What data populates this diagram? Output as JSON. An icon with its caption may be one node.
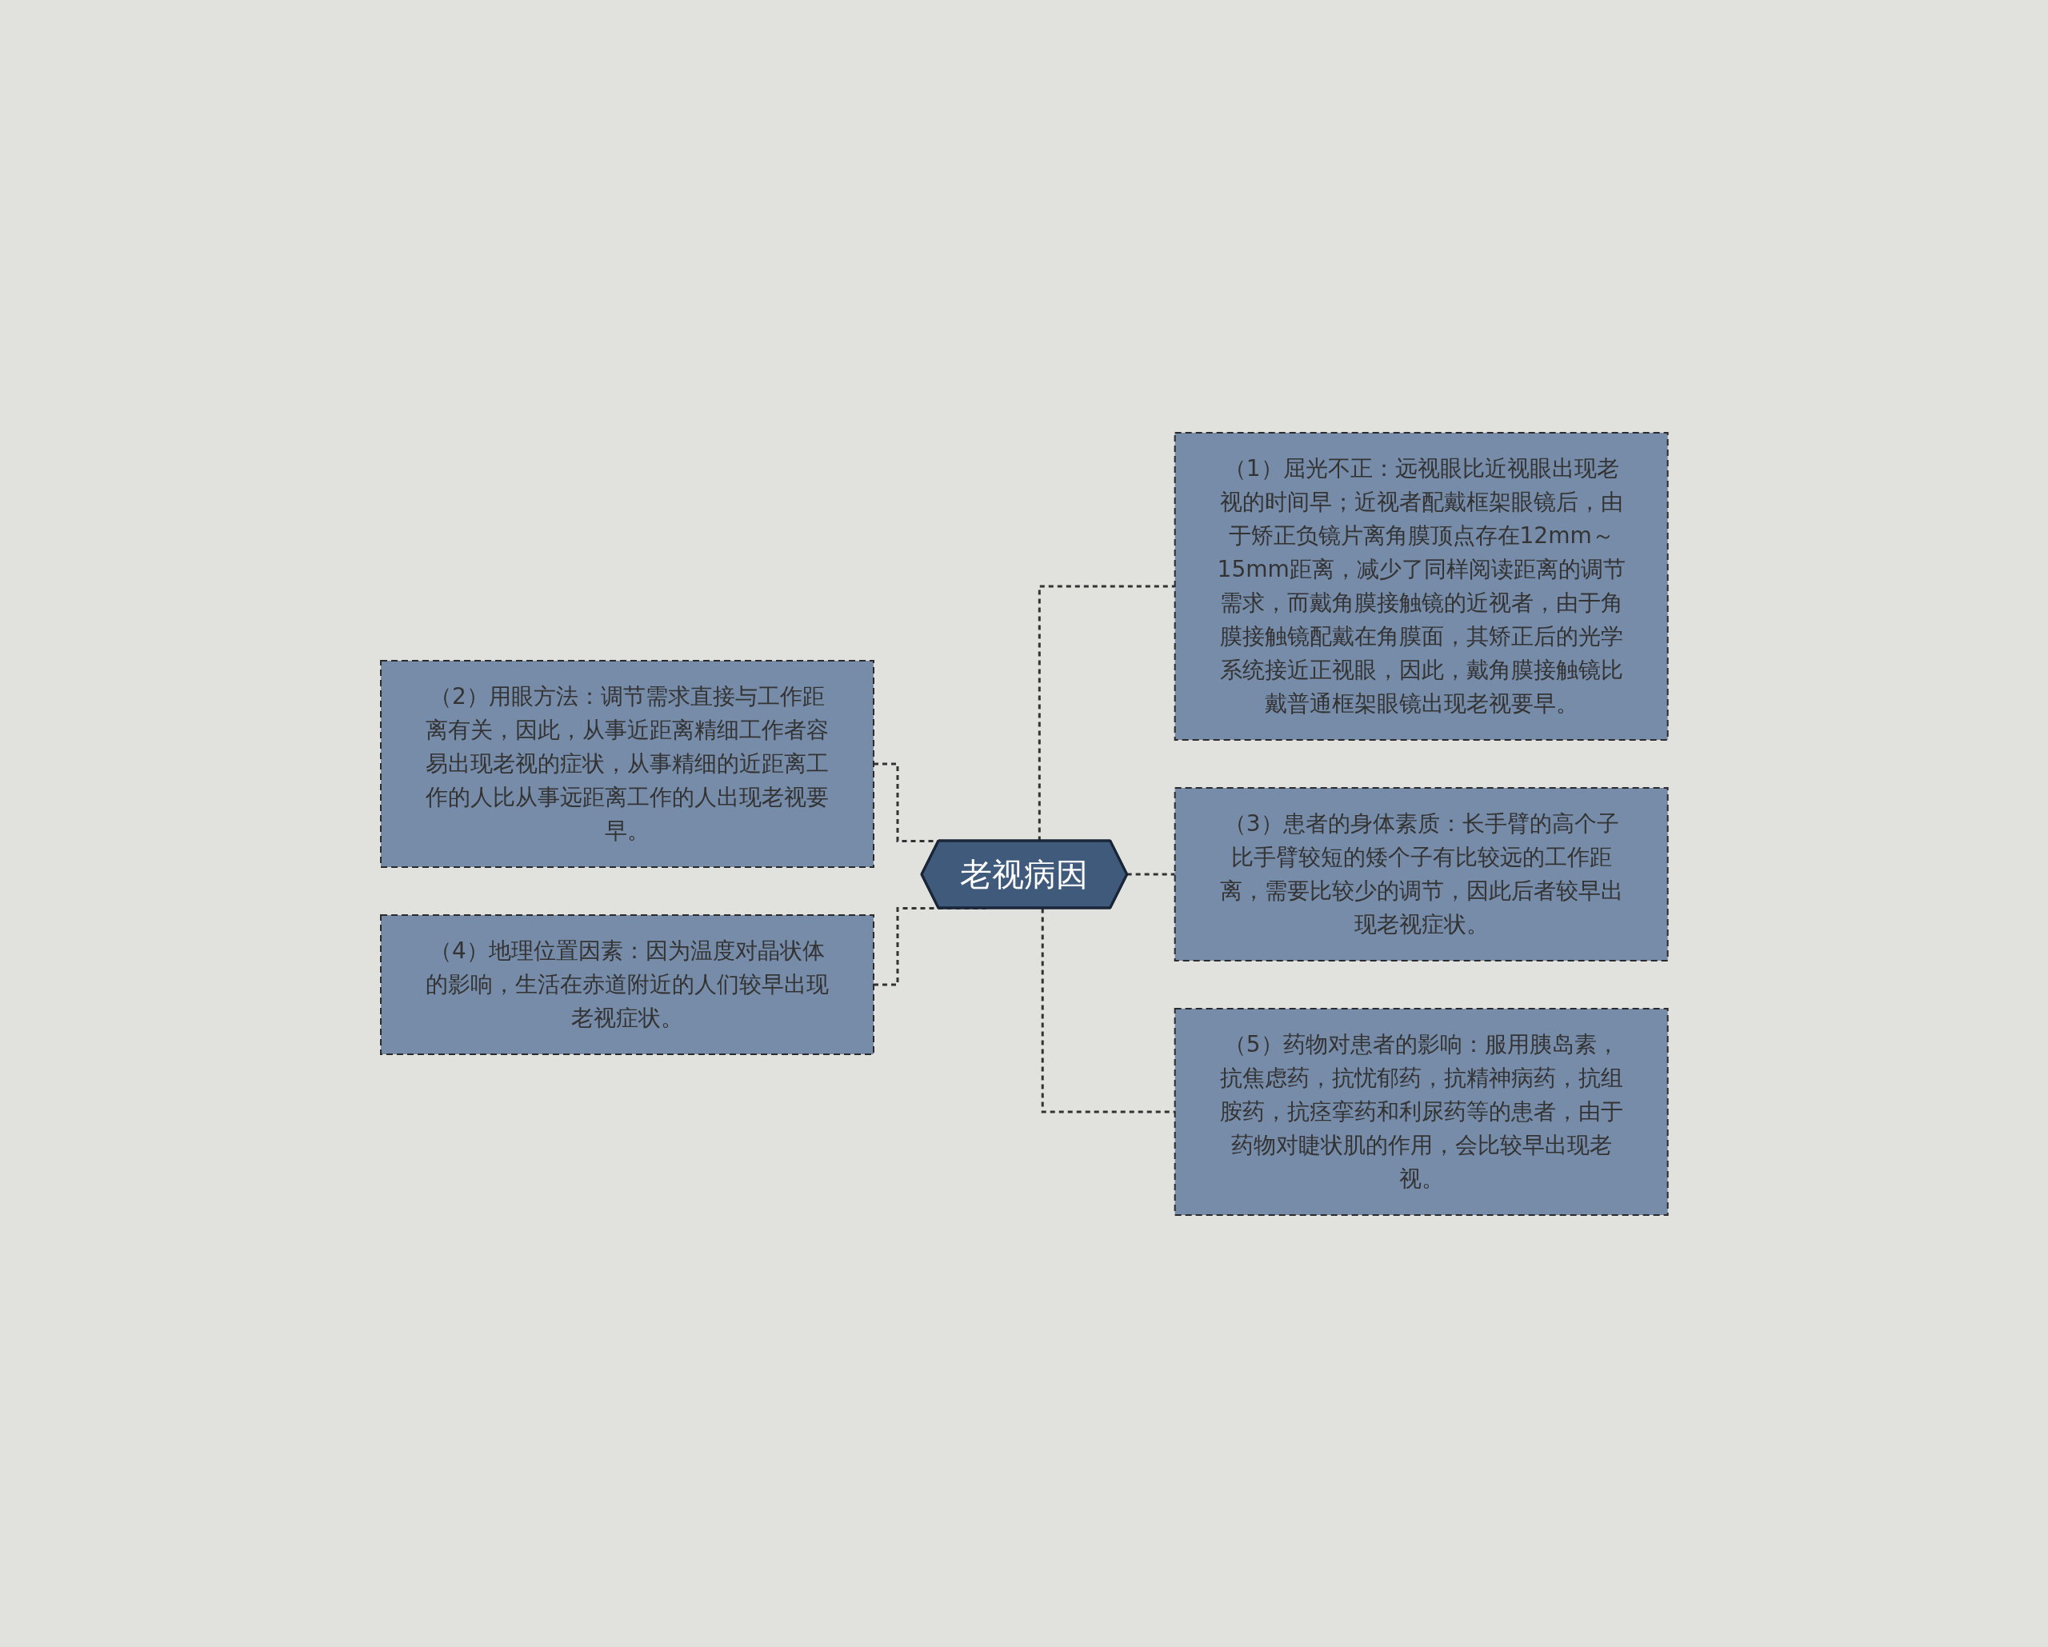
{
  "diagram": {
    "nodes": [
      {
        "text": [
          "老视病因"
        ]
      },
      {
        "text": [
          "（1）屈光不正：远视眼比近视眼出现老视的时间早；近视者配戴框架眼镜后，由于矫正负镜片离角膜顶点存在12mm～15mm距离，减少了同样阅读距离的调节需求，而戴角膜接触镜的近视者，由于角膜接触镜配戴在角膜面，其矫正后的光学系统接近正视眼，因此，戴角膜接触镜比戴普通框架眼镜出现老视要早。"
        ]
      },
      {
        "text": [
          "（2）用眼方法：调节需求直接与工作距离有关，因此，从事近距离精细工作者容易出现老视的症状，从事精细的近距离工作的人比从事远距离工作的人出现老视要早。"
        ]
      },
      {
        "text": [
          "（3）患者的身体素质：长手臂的高个子比手臂较短的矮个子有比较远的工作距离，需要比较少的调节，因此后者较早出现老视症状。"
        ]
      },
      {
        "text": [
          "（4）地理位置因素：因为温度对晶状体的影响，生活在赤道附近的人们较早出现老视症状。"
        ]
      },
      {
        "text": [
          "（5）药物对患者的影响：服用胰岛素，抗焦虑药，抗忧郁药，抗精神病药，抗组胺药，抗痉挛药和利尿药等的患者，由于药物对睫状肌的作用，会比较早出现老视。"
        ]
      }
    ],
    "edges": [
      {
        "from": 0,
        "to": 1,
        "arrow": "none",
        "style": "dashed"
      },
      {
        "from": 2,
        "to": 0,
        "arrow": "none",
        "style": "dashed"
      },
      {
        "from": 0,
        "to": 3,
        "arrow": "none",
        "style": "dashed"
      },
      {
        "from": 4,
        "to": 0,
        "arrow": "none",
        "style": "dashed"
      },
      {
        "from": 0,
        "to": 5,
        "arrow": "none",
        "style": "dashed"
      }
    ]
  }
}
